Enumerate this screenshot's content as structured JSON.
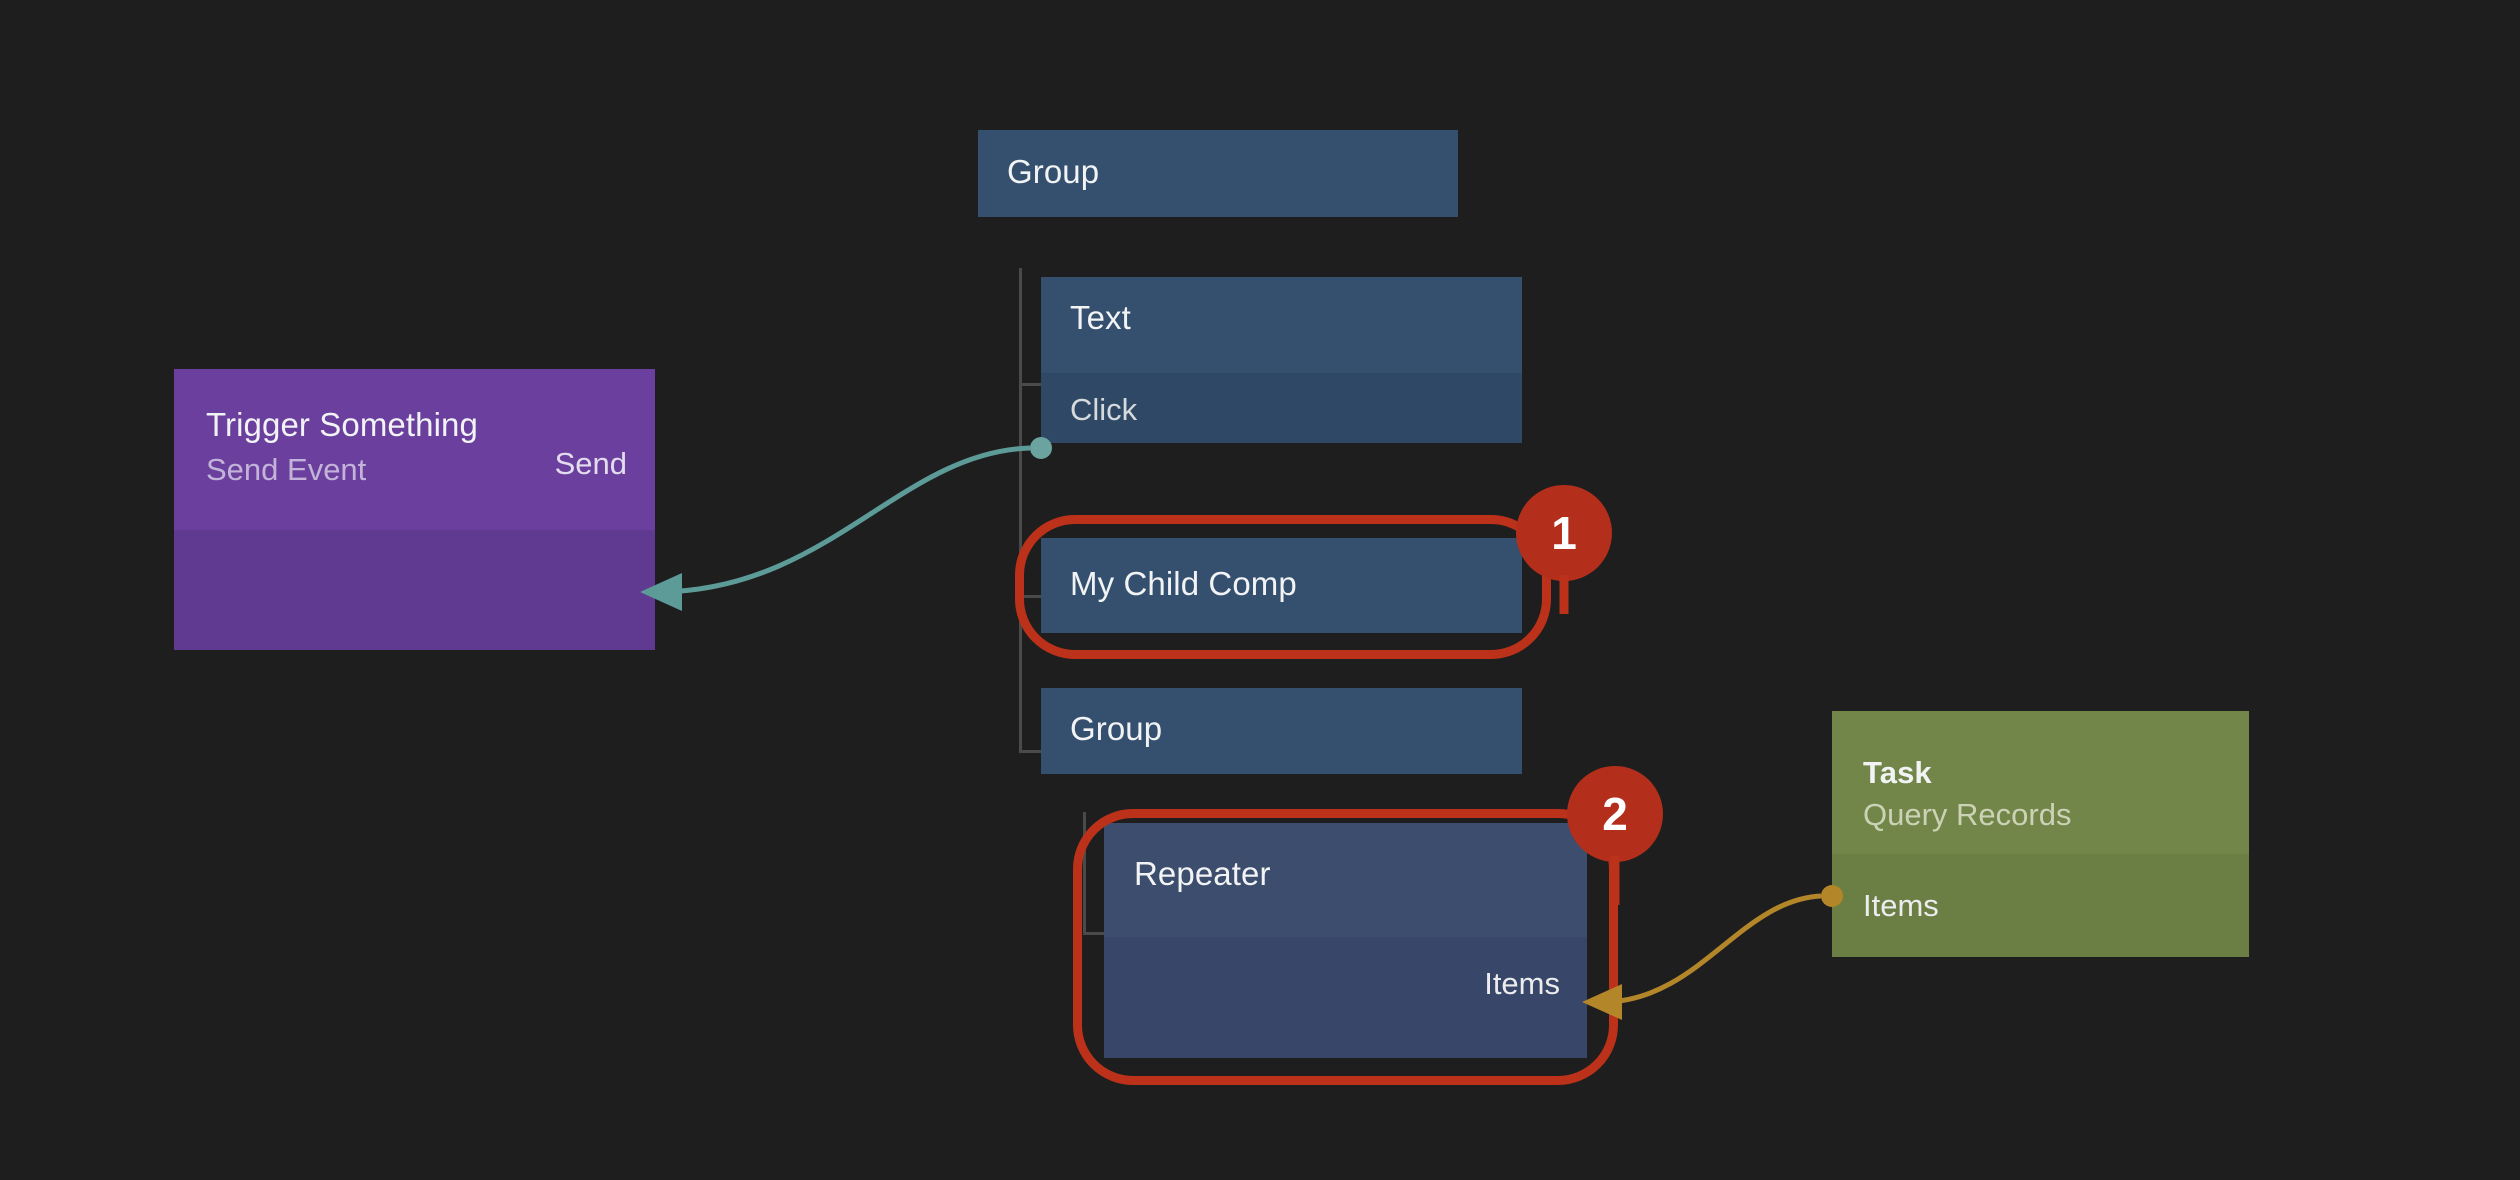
{
  "canvas": {
    "background": "#1e1e1e",
    "accent_blue": "#35506e",
    "accent_purple": "#6a3f9e",
    "accent_olive": "#728649",
    "annotation_red": "#bc3119",
    "event_wire": "#5a9a97",
    "data_wire": "#b4862a"
  },
  "tree": {
    "root": {
      "title": "Group"
    },
    "children": [
      {
        "title": "Text",
        "port": "Click",
        "port_side": "input",
        "port_color": "#6aa3a0"
      },
      {
        "title": "My Child Comp",
        "port": null
      },
      {
        "title": "Group",
        "port": null
      },
      {
        "title": "Repeater",
        "port": "Items",
        "port_side": "output",
        "port_color": "#b4862a"
      }
    ]
  },
  "nodes": {
    "trigger": {
      "title": "Trigger Something",
      "subtitle": "Send Event",
      "port": "Send"
    },
    "task": {
      "title": "Task",
      "subtitle": "Query Records",
      "port": "Items"
    }
  },
  "annotations": [
    {
      "id": "1",
      "label": "1",
      "target": "My Child Comp"
    },
    {
      "id": "2",
      "label": "2",
      "target": "Repeater"
    }
  ]
}
